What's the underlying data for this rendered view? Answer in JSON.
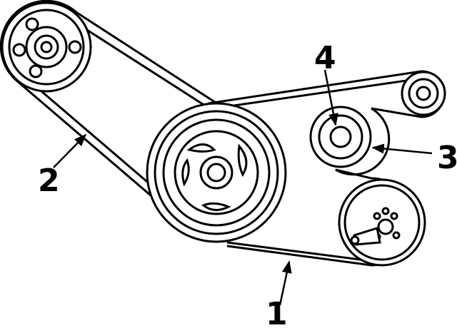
{
  "diagram": {
    "colors": {
      "ink": "#000000",
      "paper": "#ffffff"
    },
    "components": {
      "crank_pulley": "crankshaft-pulley",
      "pump_pulley": "upper-left-pulley",
      "idler_pulley": "idler-pulley",
      "small_pulley": "upper-right-pulley",
      "lower_right_pulley": "lower-right-pulley",
      "belt_1": "serpentine-belt",
      "belt_2": "pump-belt"
    },
    "callouts": {
      "c1": "1",
      "c2": "2",
      "c3": "3",
      "c4": "4"
    }
  }
}
